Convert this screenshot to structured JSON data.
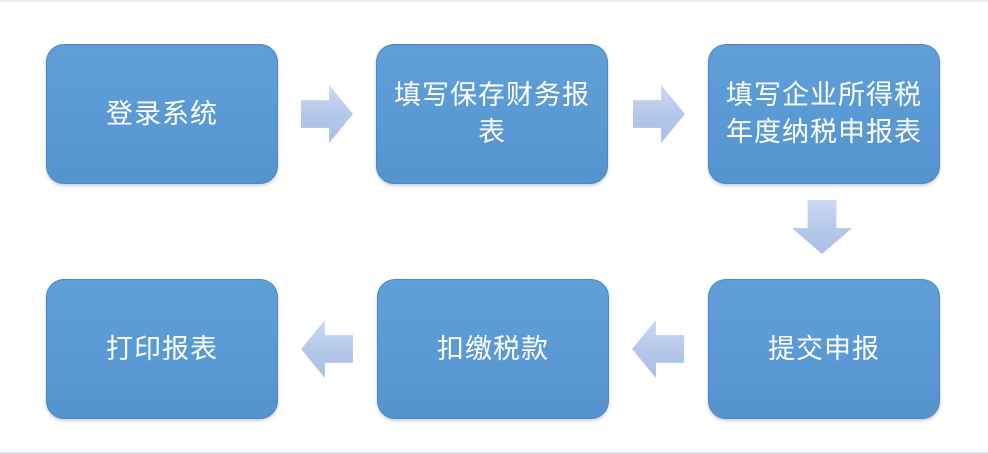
{
  "diagram": {
    "type": "flowchart",
    "background_color": "#ffffff",
    "node_fill_color": "#5b9bd5",
    "node_border_color": "#4c86c6",
    "node_text_color": "#ffffff",
    "arrow_fill_color": "#b3c7ea",
    "nodes": [
      {
        "id": "login-system",
        "label": "登录系统"
      },
      {
        "id": "fill-save-financial-statements",
        "label": "填写保存财务报表"
      },
      {
        "id": "fill-cit-annual-tax-return",
        "label": "填写企业所得税年度纳税申报表"
      },
      {
        "id": "submit-declaration",
        "label": "提交申报"
      },
      {
        "id": "withhold-pay-tax",
        "label": "扣缴税款"
      },
      {
        "id": "print-statements",
        "label": "打印报表"
      }
    ],
    "edges": [
      {
        "from": "login-system",
        "to": "fill-save-financial-statements",
        "direction": "right"
      },
      {
        "from": "fill-save-financial-statements",
        "to": "fill-cit-annual-tax-return",
        "direction": "right"
      },
      {
        "from": "fill-cit-annual-tax-return",
        "to": "submit-declaration",
        "direction": "down"
      },
      {
        "from": "submit-declaration",
        "to": "withhold-pay-tax",
        "direction": "left"
      },
      {
        "from": "withhold-pay-tax",
        "to": "print-statements",
        "direction": "left"
      }
    ]
  }
}
